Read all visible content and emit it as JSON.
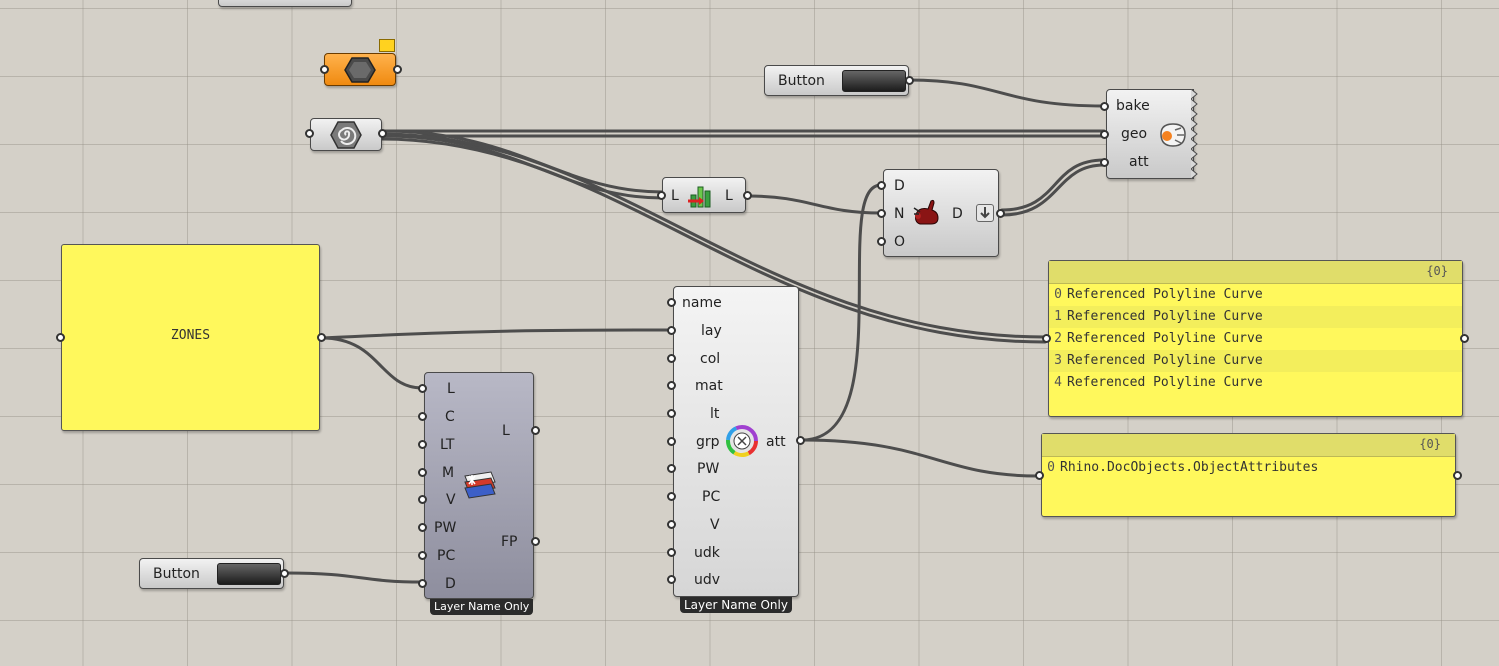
{
  "canvas": {
    "background": "#d4d0c8"
  },
  "components": {
    "button_top": {
      "label": "Button"
    },
    "button_bottom": {
      "label": "Button"
    },
    "bake": {
      "inputs": [
        "bake",
        "geo",
        "att"
      ]
    },
    "list_item": {
      "input": "L",
      "output": "L"
    },
    "dispatch": {
      "inputs": [
        "D",
        "N",
        "O"
      ],
      "output": "D"
    },
    "zones_panel": {
      "text": "ZONES"
    },
    "layer_component": {
      "inputs": [
        "L",
        "C",
        "LT",
        "M",
        "V",
        "PW",
        "PC",
        "D"
      ],
      "outputs": [
        "L",
        "FP"
      ],
      "caption": "Layer Name Only"
    },
    "attributes_component": {
      "inputs": [
        "name",
        "lay",
        "col",
        "mat",
        "lt",
        "grp",
        "PW",
        "PC",
        "V",
        "udk",
        "udv"
      ],
      "output": "att",
      "caption": "Layer Name Only"
    },
    "curves_panel": {
      "path": "{0}",
      "rows": [
        {
          "index": "0",
          "value": "Referenced Polyline Curve"
        },
        {
          "index": "1",
          "value": "Referenced Polyline Curve"
        },
        {
          "index": "2",
          "value": "Referenced Polyline Curve"
        },
        {
          "index": "3",
          "value": "Referenced Polyline Curve"
        },
        {
          "index": "4",
          "value": "Referenced Polyline Curve"
        }
      ]
    },
    "attributes_panel": {
      "path": "{0}",
      "rows": [
        {
          "index": "0",
          "value": "Rhino.DocObjects.ObjectAttributes"
        }
      ]
    }
  },
  "colors": {
    "panel": "#fff85c",
    "panel_header": "#e0dd6a",
    "orange_component": "#f7941d",
    "wire": "#4d4d4d"
  },
  "icons": [
    "hexagon-param-icon",
    "curve-param-icon",
    "list-item-icon",
    "dispatch-rabbit-icon",
    "bake-icon",
    "layer-icon",
    "attributes-wheel-icon"
  ]
}
